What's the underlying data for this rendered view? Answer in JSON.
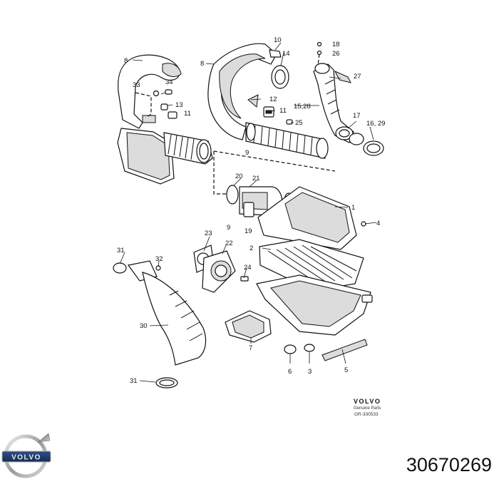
{
  "diagram": {
    "callouts": [
      "8",
      "33",
      "34",
      "13",
      "11",
      "8",
      "10",
      "14",
      "18",
      "26",
      "27",
      "12",
      "15,28",
      "11",
      "25",
      "17",
      "16, 29",
      "9",
      "20",
      "21",
      "1",
      "4",
      "9",
      "19",
      "2",
      "23",
      "22",
      "24",
      "31",
      "32",
      "30",
      "7",
      "6",
      "3",
      "5",
      "31"
    ],
    "brand_block": {
      "brand": "VOLVO",
      "subtitle": "Genuine Parts",
      "reference": "GR-330533"
    }
  },
  "logo": {
    "text": "VOLVO"
  },
  "part_number": "30670269"
}
